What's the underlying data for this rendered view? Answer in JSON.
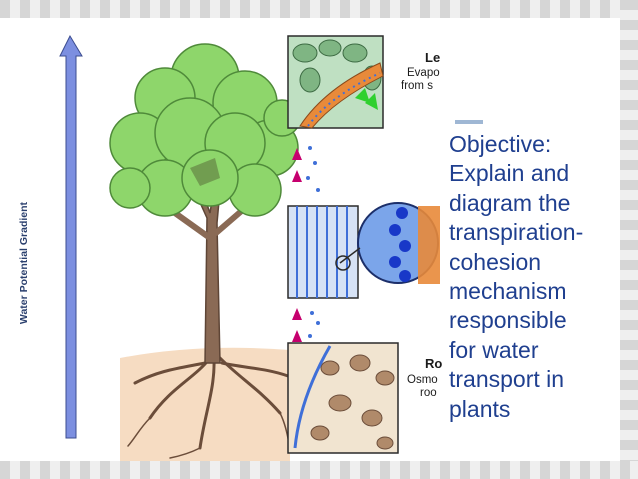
{
  "diagram": {
    "axis_label": "Water Potential Gradient",
    "leaf_title": "Le",
    "leaf_desc_line1": "Evapo",
    "leaf_desc_line2": "from s",
    "root_title": "Ro",
    "root_desc_line1": "Osmo",
    "root_desc_line2": "roo",
    "colors": {
      "arrow": "#7c8fe0",
      "foliage": "#8ed66b",
      "trunk": "#8a6a55",
      "soil": "#f6dcc2",
      "roots": "#6b4d3a",
      "flow_arrow": "#c6006e",
      "water_dots": "#3f6fd8"
    }
  },
  "objective": {
    "lines": [
      "Objective:",
      "Explain and",
      "diagram the",
      "transpiration-",
      "cohesion",
      "mechanism",
      "responsible",
      "for water",
      "transport in",
      "plants"
    ],
    "color": "#1f3f8f"
  }
}
